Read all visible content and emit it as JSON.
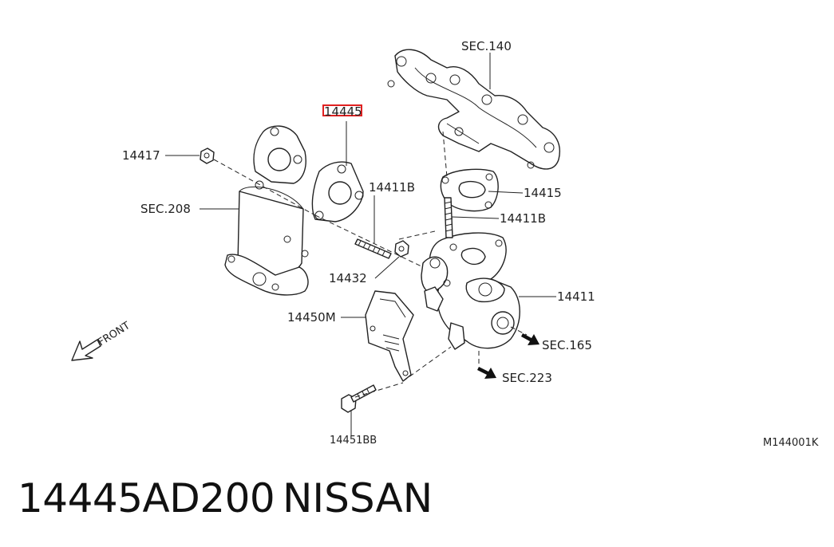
{
  "diagram": {
    "callouts": {
      "sec140": "SEC.140",
      "p14445": "14445",
      "p14417": "14417",
      "p14411b_top": "14411B",
      "p14415": "14415",
      "p14411b_mid": "14411B",
      "sec208": "SEC.208",
      "p14432": "14432",
      "p14411": "14411",
      "p14450m": "14450M",
      "sec165": "SEC.165",
      "sec223": "SEC.223",
      "p14451bb": "14451BB"
    },
    "front_label": "FRONT",
    "figure_code": "M144001K",
    "highlight_color": "#e02020"
  },
  "footer": {
    "part_number": "14445AD200",
    "brand": "NISSAN"
  }
}
